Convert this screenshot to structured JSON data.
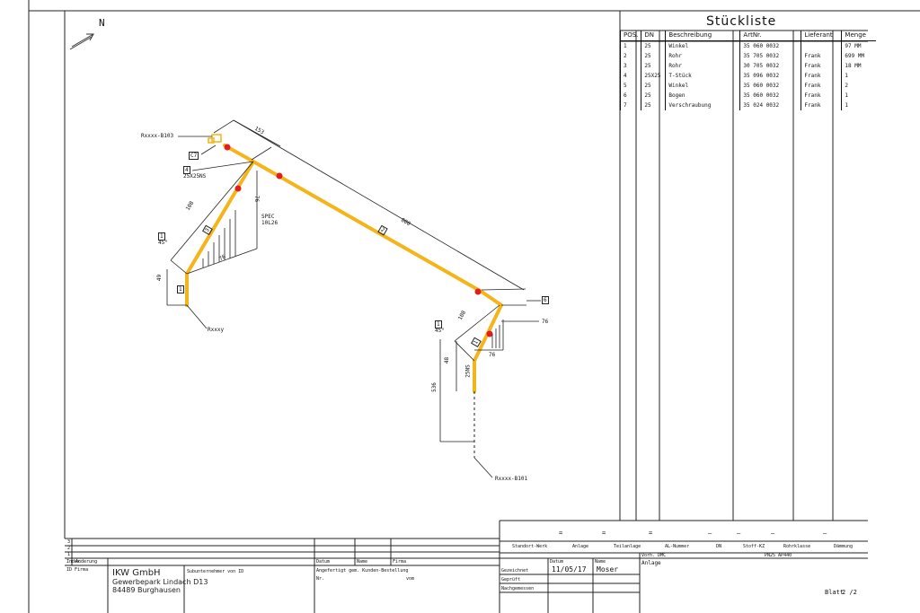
{
  "north_label": "N",
  "bom": {
    "title": "Stückliste",
    "columns": [
      "POS.",
      "DN",
      "Beschreibung",
      "ArtNr.",
      "Lieferant",
      "Menge"
    ],
    "rows": [
      [
        "1",
        "25",
        "Winkel",
        "35 060 0032",
        "",
        "97 MM"
      ],
      [
        "2",
        "25",
        "Rohr",
        "35 705 0032",
        "Frank",
        "699 MM"
      ],
      [
        "3",
        "25",
        "Rohr",
        "30 705 0032",
        "Frank",
        "18 MM"
      ],
      [
        "4",
        "25X25",
        "T-Stück",
        "35 096 0032",
        "Frank",
        "1"
      ],
      [
        "5",
        "25",
        "Winkel",
        "35 060 0032",
        "Frank",
        "2"
      ],
      [
        "6",
        "25",
        "Bogen",
        "35 060 0032",
        "Frank",
        "1"
      ],
      [
        "7",
        "25",
        "Verschraubung",
        "35 024 0032",
        "Frank",
        "1"
      ]
    ]
  },
  "drawing": {
    "ref_b103": "Rxxxx-B103",
    "ref_b101": "Rxxxx-B101",
    "ref_rxxxy": "Rxxxy",
    "tag_c7": "C7",
    "tag_4": "4",
    "tee_spec": "25X25NS",
    "spec_label": "SPEC",
    "spec_value": "10L26",
    "dim_153": "153",
    "dim_108a": "108",
    "dim_76a": "76",
    "dim_76b": "76",
    "dim_49": "49",
    "dim_800": "800",
    "dim_108b": "108",
    "dim_76c": "76",
    "dim_76d": "76",
    "dim_48": "48",
    "dim_536": "536",
    "dim_25ns": "25NS",
    "tag_1a": "1",
    "angle_a": "45°",
    "tag_1b": "1",
    "angle_b": "45°",
    "tag_6": "6",
    "seg_2": "2",
    "seg_3": "3",
    "seg_1": "1",
    "seg_1b": "1"
  },
  "titleblock": {
    "eq": [
      "=",
      "=",
      "=",
      "–",
      "–",
      "–",
      "–"
    ],
    "headers": [
      "Standort-Werk",
      "Anlage",
      "Teilanlage",
      "AL-Nummer",
      "DN",
      "Stoff-KZ",
      "Rohrklasse",
      "Dämmung"
    ],
    "sub_a": "Vorh. DMC",
    "sub_b": "PN25 AP440",
    "anlage": "Anlage",
    "index": "Index",
    "aenderung": "Änderung",
    "datum": "Datum",
    "name": "Name",
    "firma": "Firma",
    "firma_id": "ID Firma",
    "company_lines": [
      "IKW GmbH",
      "Gewerbepark Lindach D13",
      "84489 Burghausen"
    ],
    "sub_label": "Subunternehmer von ID",
    "angefertigt": "Angefertigt gem. Kunden-Bestellung",
    "nr": "Nr.",
    "vom": "vom",
    "gezeichnet": "Gezeichnet",
    "geprueft": "Geprüft",
    "nachgemessen": "Nachgemessen",
    "date": "11/05/17",
    "drawer": "Moser",
    "blatt": "Blatt",
    "blatt_val": "2 /2",
    "rev_nums": [
      "3",
      "2",
      "1"
    ]
  }
}
